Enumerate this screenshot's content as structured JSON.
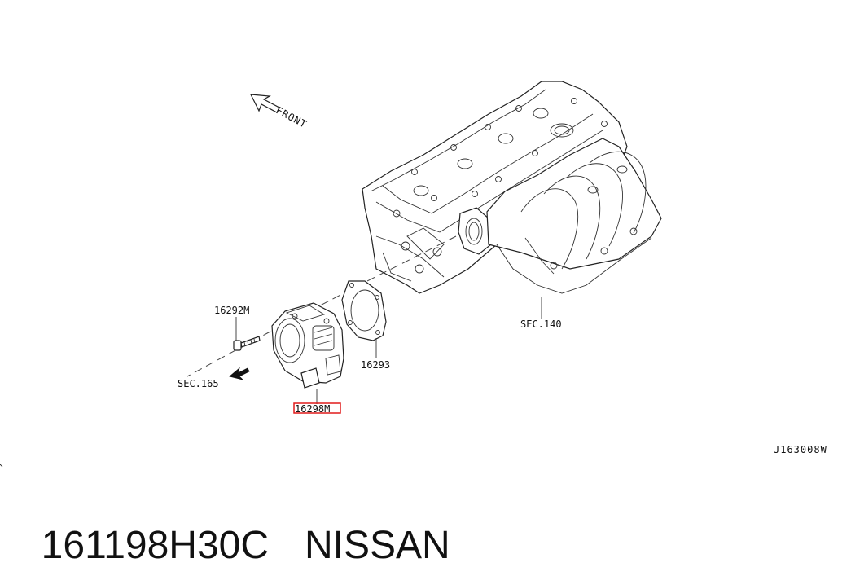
{
  "diagram": {
    "front_label": "FRONT",
    "labels": {
      "bolt": "16292M",
      "gasket": "16293",
      "throttle_body": "16298M",
      "sec_intake": "SEC.140",
      "sec_fuel": "SEC.165",
      "ref_code": "J163008W"
    },
    "highlight_color": "#e11b1b"
  },
  "caption": {
    "part_number": "161198H30C",
    "brand": "NISSAN"
  }
}
